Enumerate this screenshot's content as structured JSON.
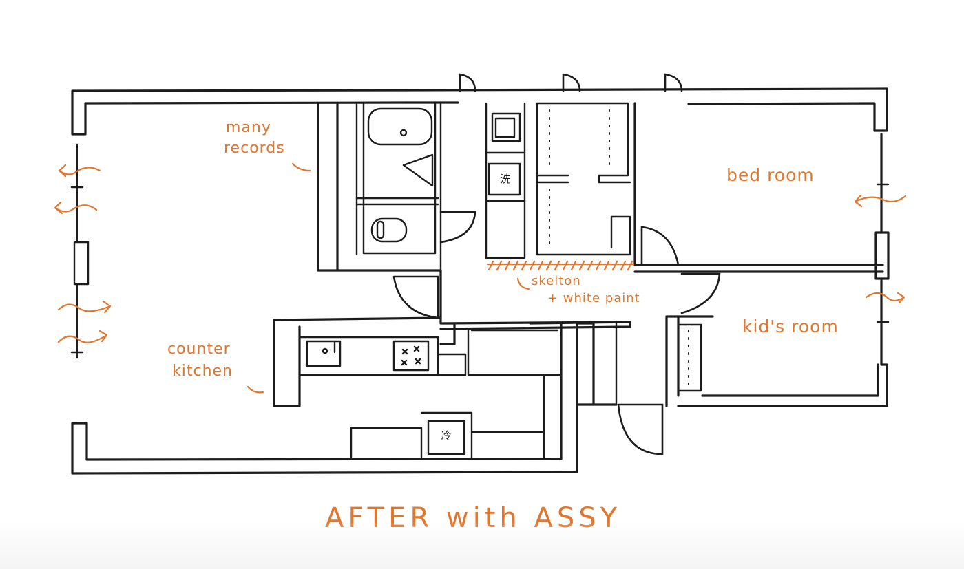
{
  "colors": {
    "annotation": "#e2762d",
    "ink": "#1c1c1c",
    "background": "#ffffff"
  },
  "labels": {
    "many_records_line1": "many",
    "many_records_line2": "records",
    "bed_room": "bed room",
    "kids_room": "kid's room",
    "skelton_line1": "skelton",
    "skelton_line2": "+ white paint",
    "counter_kitchen_line1": "counter",
    "counter_kitchen_line2": "kitchen"
  },
  "fixtures": {
    "washer": "洗",
    "fridge": "冷"
  },
  "caption": "AFTER with ASSY",
  "icons": [
    "airflow-arrow-icon",
    "stove-burner-icon",
    "sink-icon",
    "bathtub-icon",
    "toilet-icon"
  ]
}
